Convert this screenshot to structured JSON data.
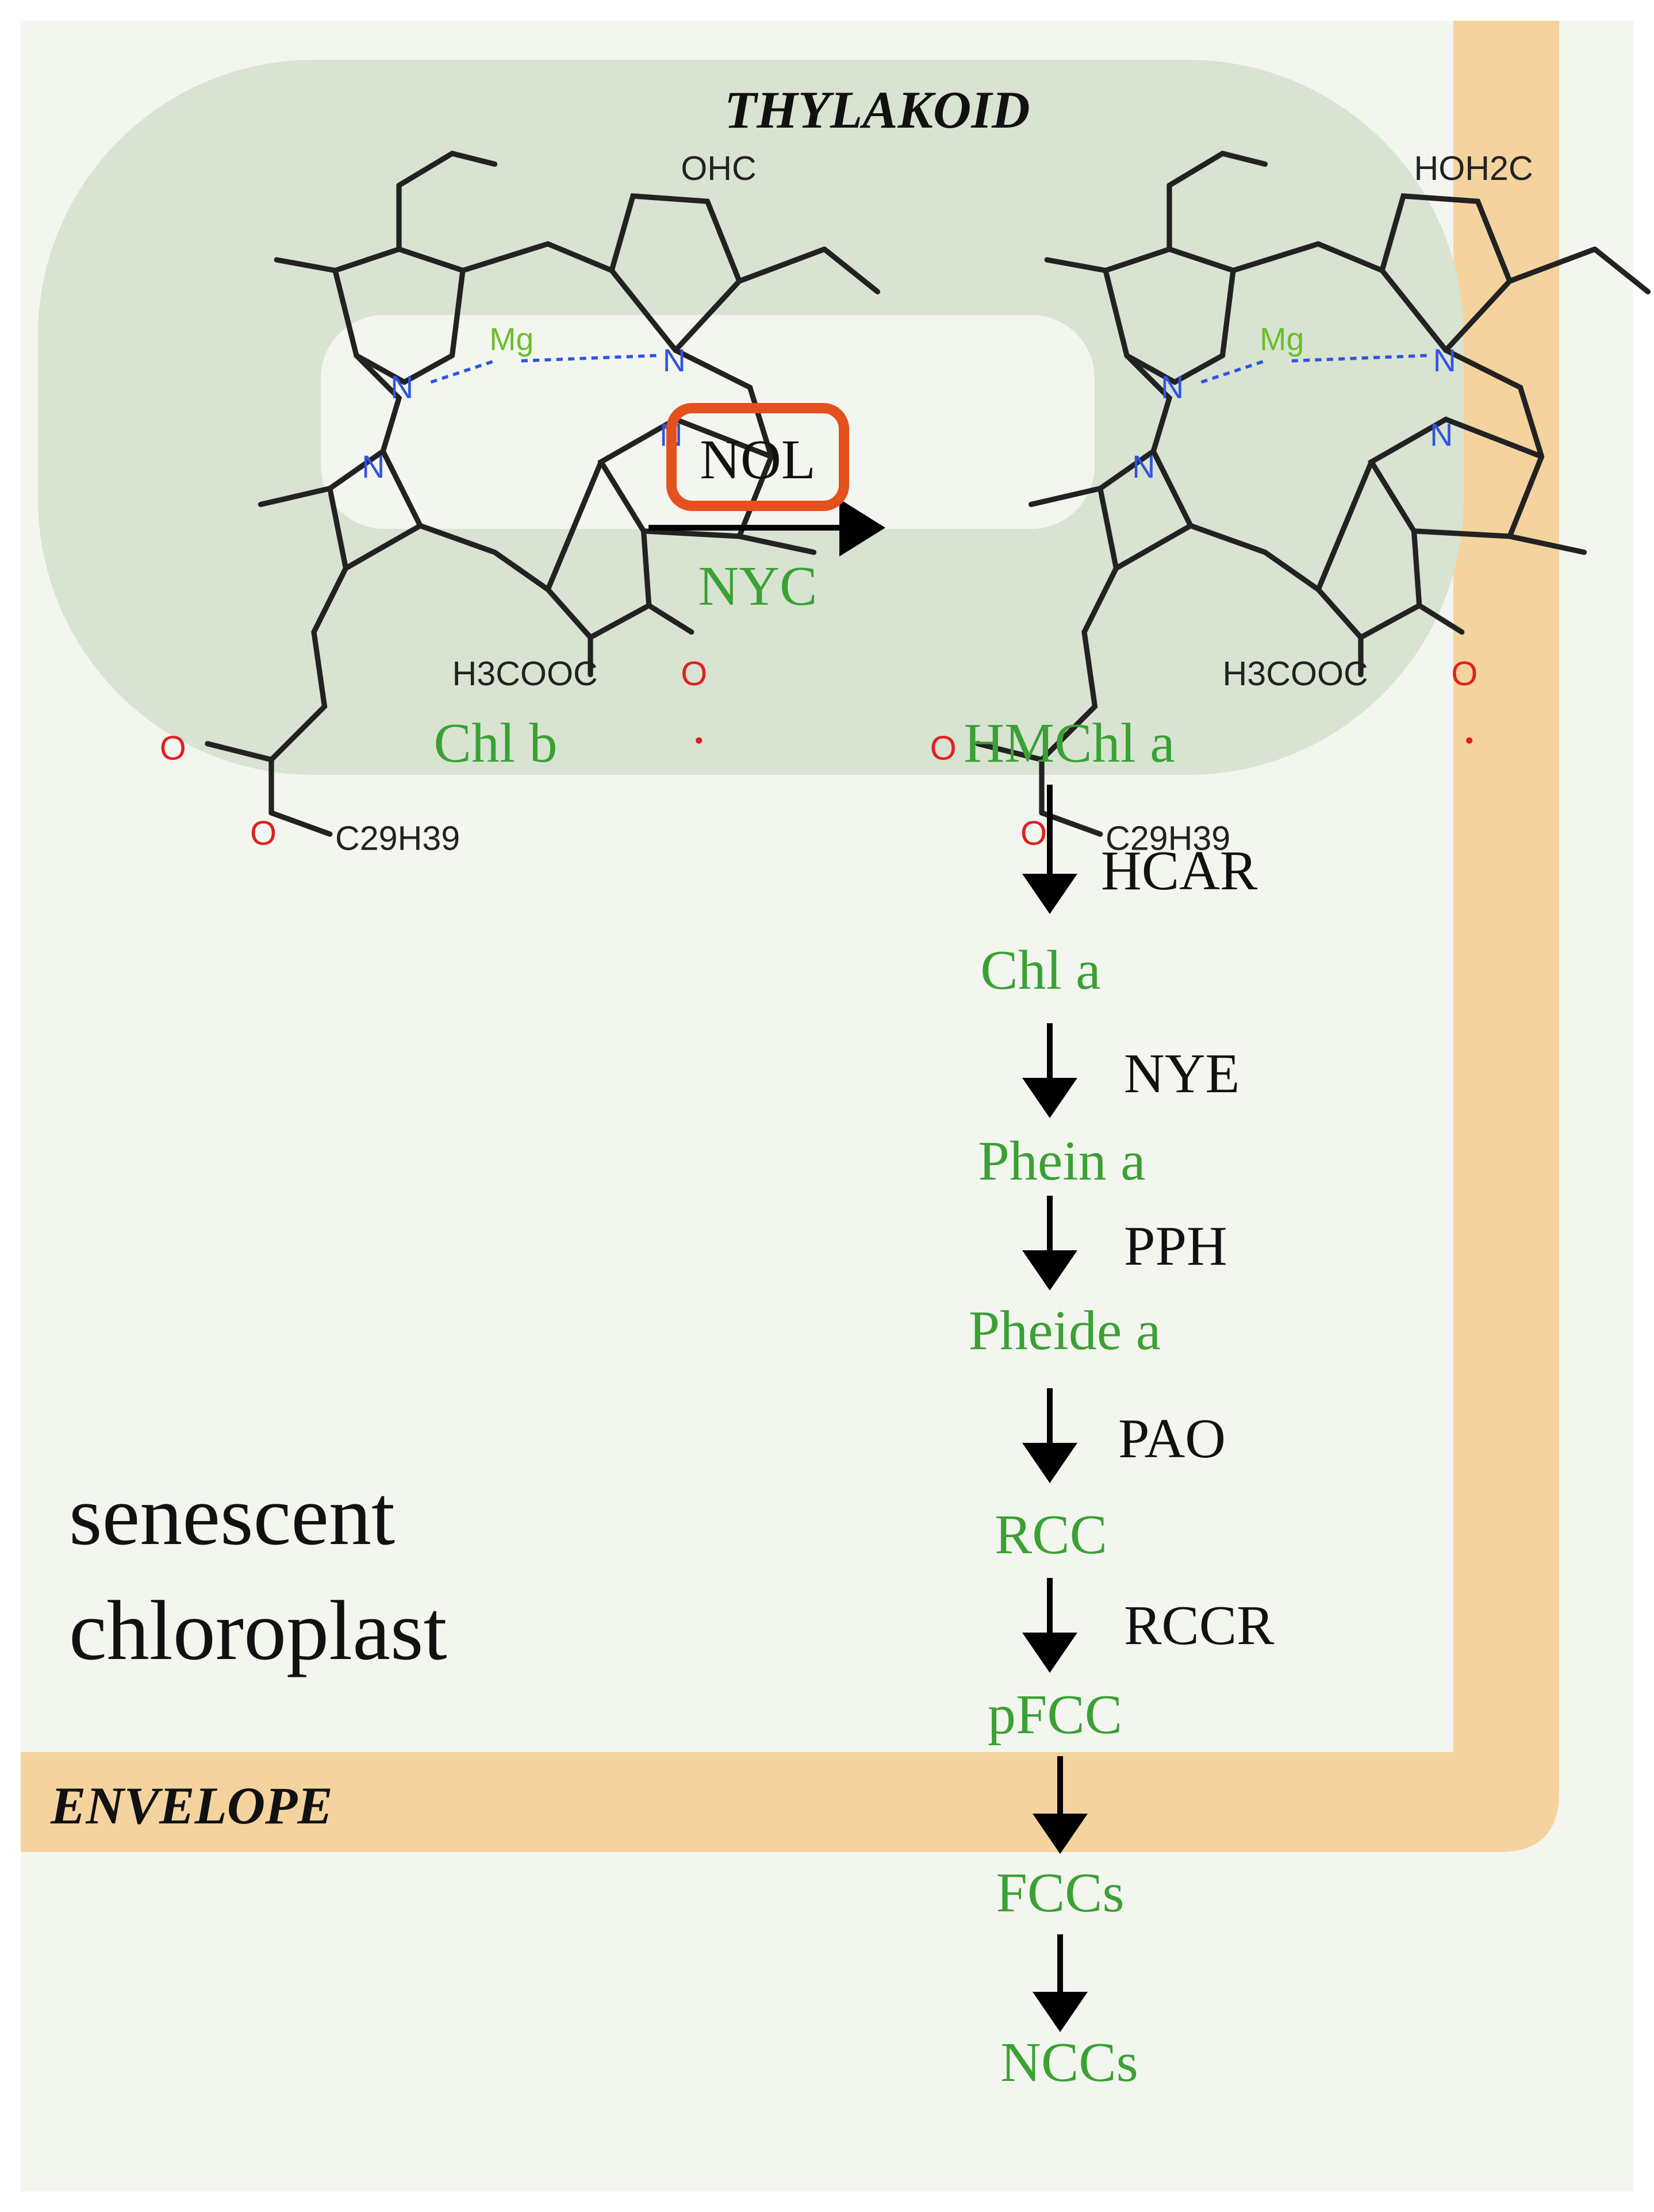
{
  "regions": {
    "thylakoid": "THYLAKOID",
    "envelope": "ENVELOPE",
    "compartment_line1": "senescent",
    "compartment_line2": "chloroplast"
  },
  "structures": {
    "chlb": {
      "top_group": "OHC",
      "metal": "Mg",
      "ester_group": "H3COOC",
      "tail": "C29H39"
    },
    "hmchla": {
      "top_group": "HOH2C",
      "metal": "Mg",
      "ester_group": "H3COOC",
      "tail": "C29H39"
    }
  },
  "first_step": {
    "substrate": "Chl b",
    "product": "HMChl a",
    "highlighted_enzyme": "NOL",
    "second_enzyme": "NYC"
  },
  "pathway": [
    {
      "compound": "Chl a",
      "enzyme": "HCAR"
    },
    {
      "compound": "Phein a",
      "enzyme": "NYE"
    },
    {
      "compound": "Pheide a",
      "enzyme": "PPH"
    },
    {
      "compound": "RCC",
      "enzyme": "PAO"
    },
    {
      "compound": "pFCC",
      "enzyme": "RCCR"
    },
    {
      "compound": "FCCs",
      "enzyme": ""
    },
    {
      "compound": "NCCs",
      "enzyme": ""
    }
  ],
  "colors": {
    "compound_green": "#3aa135",
    "nitrogen_blue": "#2f55e0",
    "oxygen_red": "#e02020",
    "highlight_orange": "#e5501f",
    "thylakoid_fill": "#d8e3d1",
    "envelope_fill": "#f4d39e",
    "chloroplast_fill": "#f3f6ef"
  }
}
